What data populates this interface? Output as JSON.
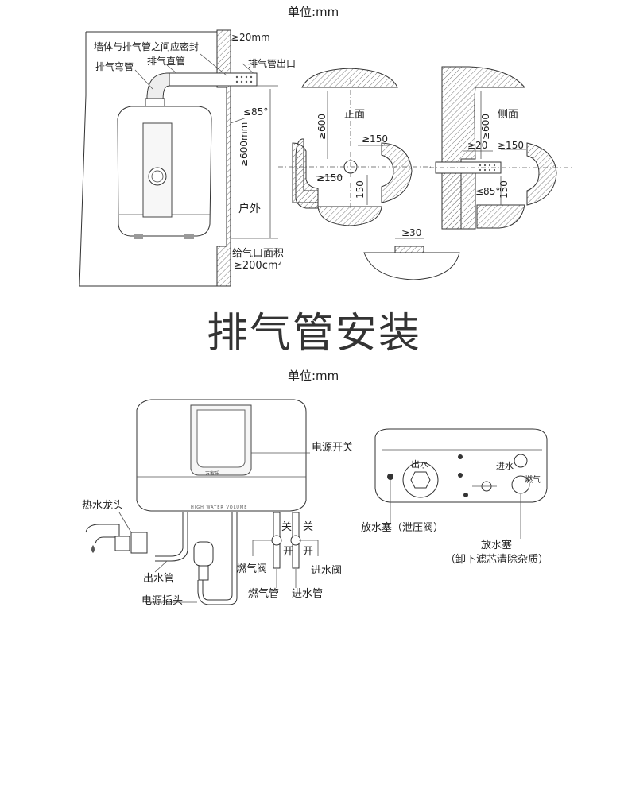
{
  "unit_label_top": "单位:mm",
  "unit_label_bottom": "单位:mm",
  "title": "排气管安装",
  "exhaust": {
    "seal_note": "墙体与排气管之间应密封",
    "elbow": "排气弯管",
    "straight_pipe": "排气直管",
    "outlet": "排气管出口",
    "gap_20": "≥20mm",
    "angle_85": "≤85°",
    "height_600": "≥600mm",
    "outdoor": "户外",
    "air_inlet_line1": "给气口面积",
    "air_inlet_line2": "≥200cm²"
  },
  "front_view": {
    "label": "正面",
    "dim_600": "≥600",
    "dim_150_right": "≥150",
    "dim_150_left": "≥150",
    "dim_150_down": "150"
  },
  "side_view": {
    "label": "侧面",
    "dim_600": "≥600",
    "dim_20": "≥20",
    "dim_150_right": "≥150",
    "dim_150_down": "150",
    "angle_85": "≤85°"
  },
  "bottom_detail": {
    "dim_30": "≥30"
  },
  "install": {
    "power_switch": "电源开关",
    "hot_faucet": "热水龙头",
    "outlet_pipe": "出水管",
    "power_plug": "电源插头",
    "off1": "关",
    "on1": "开",
    "off2": "关",
    "on2": "开",
    "gas_valve": "燃气阀",
    "gas_pipe": "燃气管",
    "inlet_pipe": "进水管",
    "inlet_valve": "进水阀",
    "heater_brand": "万家乐",
    "heater_band": "HIGH WATER VOLUME"
  },
  "bottom_view": {
    "outlet": "出水",
    "inlet": "进水",
    "gas": "燃气",
    "drain_plug_1": "放水塞（泄压阀）",
    "drain_plug_2": "放水塞",
    "drain_plug_2_note": "（卸下滤芯清除杂质）"
  }
}
